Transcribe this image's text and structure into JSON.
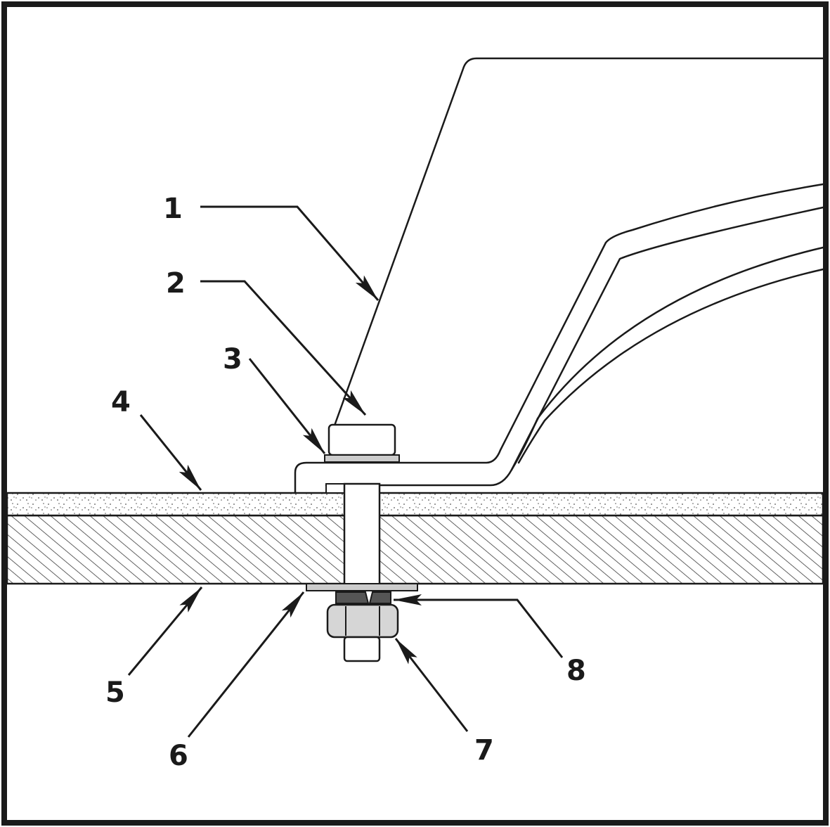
{
  "callouts": [
    {
      "id": "1",
      "label": "1"
    },
    {
      "id": "2",
      "label": "2"
    },
    {
      "id": "3",
      "label": "3"
    },
    {
      "id": "4",
      "label": "4"
    },
    {
      "id": "5",
      "label": "5"
    },
    {
      "id": "6",
      "label": "6"
    },
    {
      "id": "7",
      "label": "7"
    },
    {
      "id": "8",
      "label": "8"
    }
  ],
  "colors": {
    "line": "#1a1a1a",
    "background": "#ffffff",
    "slab_fill": "#e8e8e8",
    "nut_fill": "#d8d8d8",
    "washer_fill": "#c8c8c8",
    "spring_washer_fill": "#555555"
  }
}
